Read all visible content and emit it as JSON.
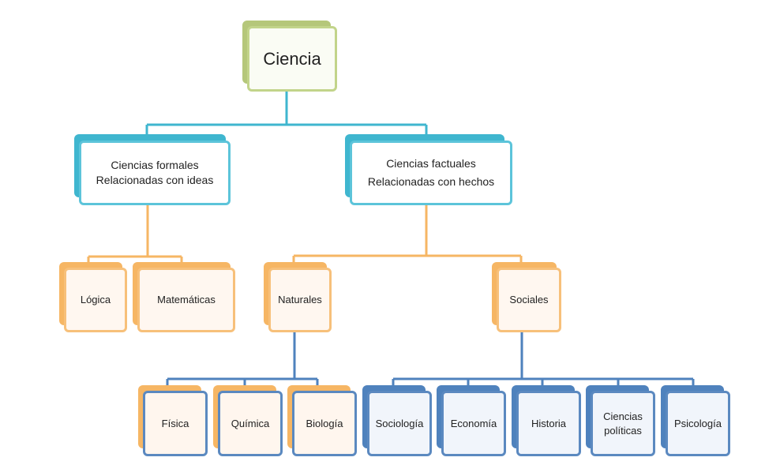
{
  "root": {
    "label": "Ciencia"
  },
  "level1": [
    {
      "line1": "Ciencias formales",
      "line2": "Relacionadas con ideas"
    },
    {
      "line1": "Ciencias  factuales",
      "line2": "Relacionadas con hechos"
    }
  ],
  "formales": [
    "Lógica",
    "Matemáticas"
  ],
  "factuales": [
    "Naturales",
    "Sociales"
  ],
  "naturales": [
    "Física",
    "Química",
    "Biología"
  ],
  "sociales": [
    {
      "line1": "Sociología",
      "line2": ""
    },
    {
      "line1": "Economía",
      "line2": ""
    },
    {
      "line1": "Historia",
      "line2": ""
    },
    {
      "line1": "Ciencias",
      "line2": "políticas"
    },
    {
      "line1": "Psicología",
      "line2": ""
    }
  ],
  "colors": {
    "connector_cyan": "#3fb6cf",
    "connector_orange": "#f6b664",
    "connector_blue": "#4f82bd",
    "root_border": "#c2d48a"
  }
}
